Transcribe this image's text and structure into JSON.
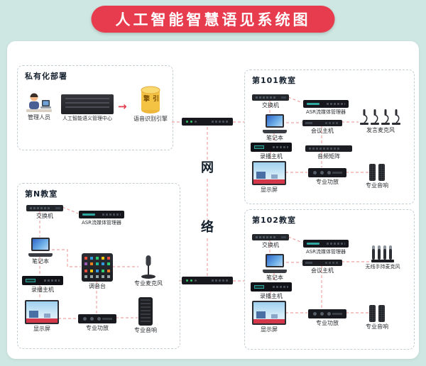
{
  "banner": {
    "title": "人工智能智慧语见系统图"
  },
  "network": {
    "char_top": "网",
    "char_bottom": "络"
  },
  "private": {
    "title": "私有化部署",
    "admin": "管理人员",
    "server": "人工智能语义管理中心",
    "engine_badge": "引擎",
    "engine": "语音识别引擎"
  },
  "room101": {
    "title": "第101教室",
    "switch": "交换机",
    "asr": "ASR流媒体管理器",
    "laptop": "笔记本",
    "conference_host": "会议主机",
    "speech_mics": "发言麦克风",
    "recorder": "录播主机",
    "audio_matrix": "音频矩阵",
    "display": "显示屏",
    "amplifier": "专业功放",
    "speaker": "专业音响"
  },
  "roomN": {
    "title": "第N教室",
    "switch": "交换机",
    "asr": "ASR流媒体管理器",
    "laptop": "笔记本",
    "mixer": "调音台",
    "pro_mic": "专业麦克风",
    "recorder": "录播主机",
    "display": "显示屏",
    "amplifier": "专业功放",
    "speaker": "专业音响"
  },
  "room102": {
    "title": "第102教室",
    "switch": "交换机",
    "asr": "ASR流媒体管理器",
    "laptop": "笔记本",
    "conference_host": "会议主机",
    "wireless_mics": "无线手持麦克风",
    "recorder": "录播主机",
    "display": "显示屏",
    "amplifier": "专业功放",
    "speaker": "专业音响"
  },
  "colors": {
    "background": "#cfe7e2",
    "banner_red": "#e73c4e",
    "engine_yellow": "#f5c343",
    "connection_line": "#f0a3a3"
  }
}
